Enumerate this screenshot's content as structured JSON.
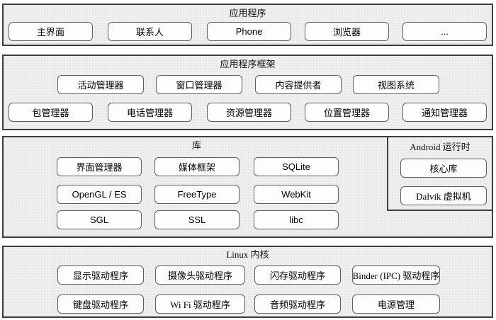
{
  "colors": {
    "band_fill": "#efefef",
    "band_border": "#3d3d3d",
    "box_fill": "#ffffff",
    "box_border": "#5f5f5f",
    "text": "#000000"
  },
  "sections": {
    "apps": {
      "title": "应用程序",
      "boxes": [
        "主界面",
        "联系人",
        "Phone",
        "浏览器",
        "..."
      ]
    },
    "framework": {
      "title": "应用程序框架",
      "row1": [
        "活动管理器",
        "窗口管理器",
        "内容提供者",
        "视图系统"
      ],
      "row2": [
        "包管理器",
        "电话管理器",
        "资源管理器",
        "位置管理器",
        "通知管理器"
      ]
    },
    "libraries": {
      "title": "库",
      "rows": [
        [
          "界面管理器",
          "媒体框架",
          "SQLite"
        ],
        [
          "OpenGL / ES",
          "FreeType",
          "WebKit"
        ],
        [
          "SGL",
          "SSL",
          "libc"
        ]
      ]
    },
    "runtime": {
      "title": "Android 运行时",
      "boxes": [
        "核心库",
        "Dalvik 虚拟机"
      ]
    },
    "kernel": {
      "title": "Linux 内核",
      "row1": [
        "显示驱动程序",
        "摄像头驱动程序",
        "闪存驱动程序",
        "Binder (IPC) 驱动程序"
      ],
      "row2": [
        "键盘驱动程序",
        "Wi Fi 驱动程序",
        "音频驱动程序",
        "电源管理"
      ]
    }
  }
}
